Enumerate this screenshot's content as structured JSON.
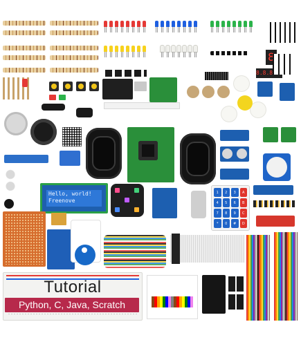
{
  "lcd": {
    "line1": "Hello, world!",
    "line2": "Freenove"
  },
  "tutorial": {
    "title": "Tutorial",
    "languages": "Python, C, Java, Scratch"
  },
  "segment_display": {
    "single_digit": "8",
    "four_digit": "8.8.8.8."
  },
  "keypad": {
    "keys": [
      "1",
      "2",
      "3",
      "A",
      "4",
      "5",
      "6",
      "B",
      "7",
      "8",
      "9",
      "C",
      "*",
      "0",
      "#",
      "D"
    ]
  },
  "colors": {
    "lcd_frame": "#2aa047",
    "lcd_screen": "#2e78d8",
    "tutorial_band": "#b7294b",
    "keypad_blue": "#1f64c8",
    "keypad_red": "#e0342b"
  }
}
